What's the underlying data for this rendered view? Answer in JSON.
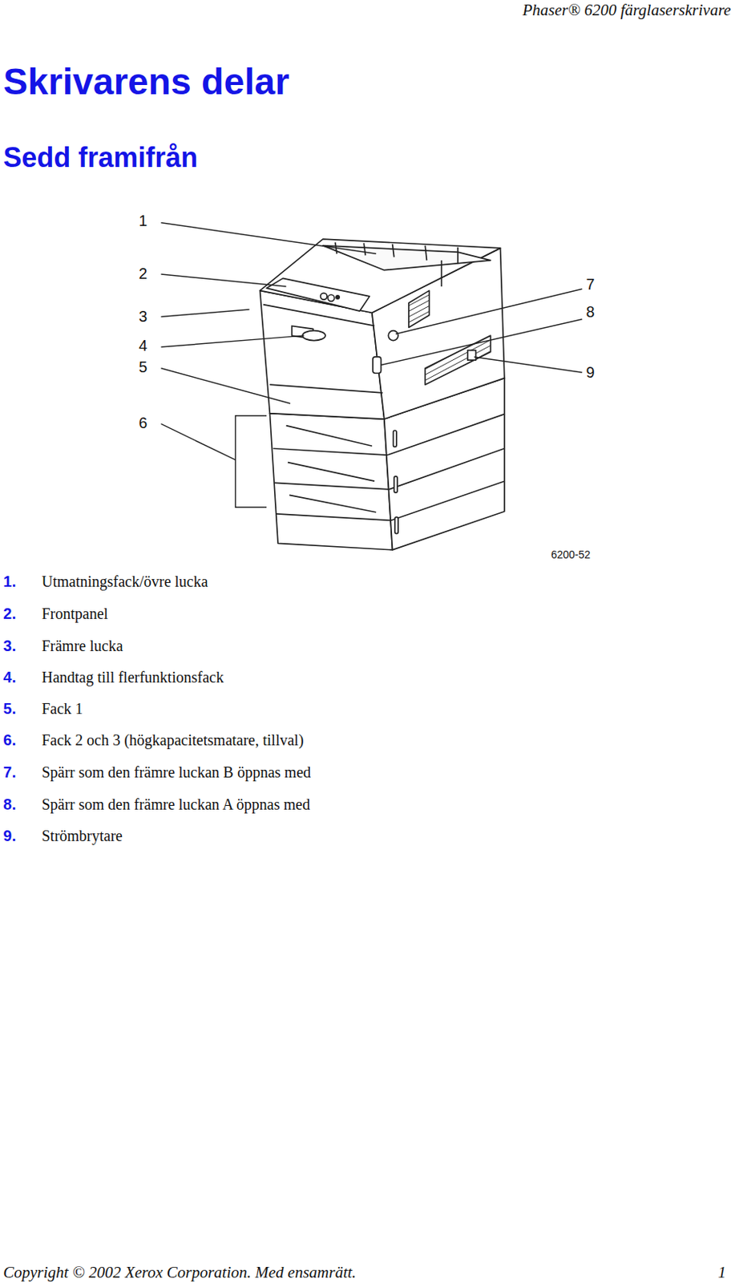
{
  "diagram": {
    "title": "Skrivarens delar",
    "labels": [
      "Phaser® 6200 färglaserskrivare",
      "Sedd framifrån",
      "1",
      "2",
      "3",
      "4",
      "5",
      "6",
      "7",
      "8",
      "9",
      "6200-52",
      "1.",
      "Utmatningsfack/övre lucka",
      "2.",
      "Frontpanel",
      "3.",
      "Främre lucka",
      "4.",
      "Handtag till flerfunktionsfack",
      "5.",
      "Fack 1",
      "6.",
      "Fack 2 och 3 (högkapacitetsmatare, tillval)",
      "7.",
      "Spärr som den främre luckan B öppnas med",
      "8.",
      "Spärr som den främre luckan A öppnas med",
      "9.",
      "Strömbrytare",
      "Copyright © 2002 Xerox Corporation. Med ensamrätt.",
      "1"
    ]
  }
}
